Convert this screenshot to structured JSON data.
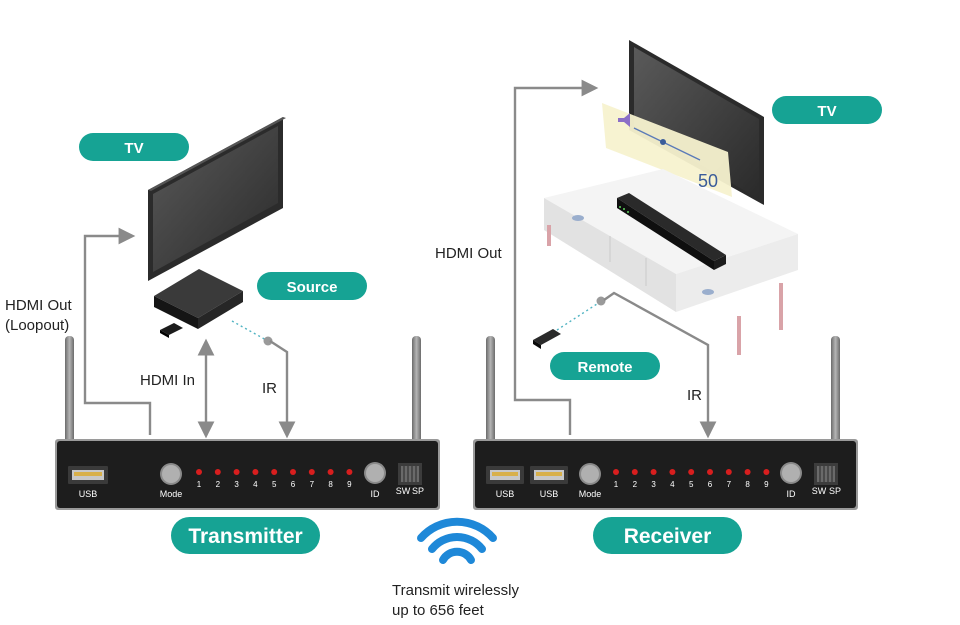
{
  "left": {
    "tv_label": "TV",
    "source_label": "Source",
    "hdmi_out_label_line1": "HDMI Out",
    "hdmi_out_label_line2": "(Loopout)",
    "hdmi_in_label": "HDMI In",
    "ir_label": "IR",
    "device_label": "Transmitter",
    "ports": {
      "usb": "USB",
      "mode": "Mode",
      "id": "ID",
      "sw": "SW",
      "sp": "SP"
    },
    "leds": [
      "1",
      "2",
      "3",
      "4",
      "5",
      "6",
      "7",
      "8",
      "9"
    ]
  },
  "right": {
    "tv_label": "TV",
    "remote_label": "Remote",
    "hdmi_out_label": "HDMI Out",
    "ir_label": "IR",
    "device_label": "Receiver",
    "volume_value": "50",
    "ports": {
      "usb1": "USB",
      "usb2": "USB",
      "mode": "Mode",
      "id": "ID",
      "sw": "SW",
      "sp": "SP"
    },
    "leds": [
      "1",
      "2",
      "3",
      "4",
      "5",
      "6",
      "7",
      "8",
      "9"
    ]
  },
  "wireless": {
    "line1": "Transmit wirelessly",
    "line2": "up to 656 feet",
    "icon": "wifi-icon",
    "icon_color": "#1e88d8"
  },
  "colors": {
    "accent": "#16a394",
    "device": "#1d1d1d",
    "led": "#d81e1e",
    "line": "#8a8a8a"
  }
}
